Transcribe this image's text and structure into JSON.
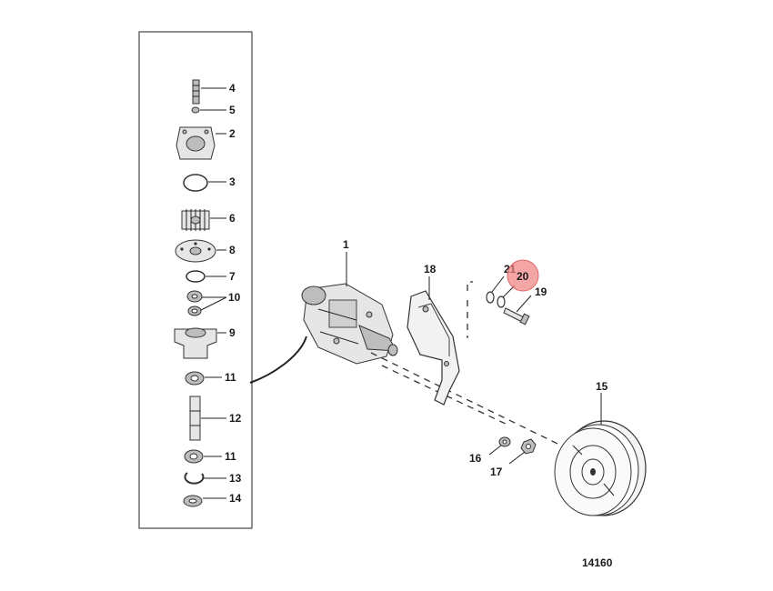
{
  "diagram": {
    "figure_number": "14160",
    "highlight_color": "#f08080",
    "callouts": {
      "c1": "1",
      "c2": "2",
      "c3": "3",
      "c4": "4",
      "c5": "5",
      "c6": "6",
      "c7": "7",
      "c8": "8",
      "c9": "9",
      "c10": "10",
      "c11a": "11",
      "c11b": "11",
      "c12": "12",
      "c13": "13",
      "c14": "14",
      "c15": "15",
      "c16": "16",
      "c17": "17",
      "c18": "18",
      "c19": "19",
      "c20": "20",
      "c21": "21"
    }
  }
}
